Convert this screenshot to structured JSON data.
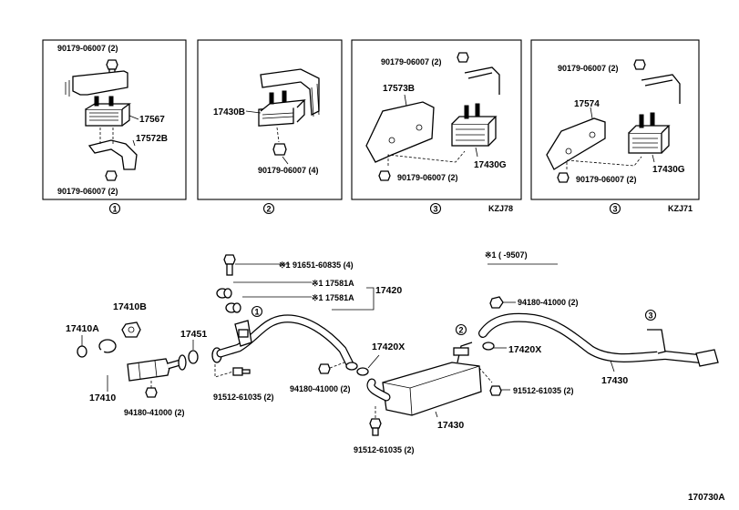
{
  "insets": [
    {
      "marker": "1",
      "model": "",
      "labels": {
        "bolt_top": "90179-06007 (2)",
        "mount": "17567",
        "bracket": "17572B",
        "bolt_bottom": "90179-06007 (2)"
      }
    },
    {
      "marker": "2",
      "model": "",
      "labels": {
        "mount": "17430B",
        "bolt": "90179-06007 (4)"
      }
    },
    {
      "marker": "3",
      "model": "KZJ78",
      "labels": {
        "bolt_top": "90179-06007 (2)",
        "bracket": "17573B",
        "mount": "17430G",
        "bolt_bottom": "90179-06007 (2)"
      }
    },
    {
      "marker": "3",
      "model": "KZJ71",
      "labels": {
        "bolt_top": "90179-06007 (2)",
        "bracket": "17574",
        "mount": "17430G",
        "bolt_bottom": "90179-06007 (2)"
      }
    }
  ],
  "main": {
    "note": "※1 (      -9507)",
    "labels": {
      "p17410b": "17410B",
      "p17410a": "17410A",
      "p17410": "17410",
      "p94180_left": "94180-41000 (2)",
      "p17451": "17451",
      "p91512_left": "91512-61035 (2)",
      "p91651": "※1 91651-60835 (4)",
      "p17581a_1": "※1 17581A",
      "p17581a_2": "※1 17581A",
      "p17420": "17420",
      "p17420x_1": "17420X",
      "p94180_mid": "94180-41000 (2)",
      "p17430_mid": "17430",
      "p91512_bottom": "91512-61035 (2)",
      "p94180_right": "94180-41000 (2)",
      "p17420x_2": "17420X",
      "p91512_right": "91512-61035 (2)",
      "p17430_right": "17430"
    },
    "markers": {
      "m1": "1",
      "m2": "2",
      "m3": "3"
    }
  },
  "figure_id": "170730A"
}
